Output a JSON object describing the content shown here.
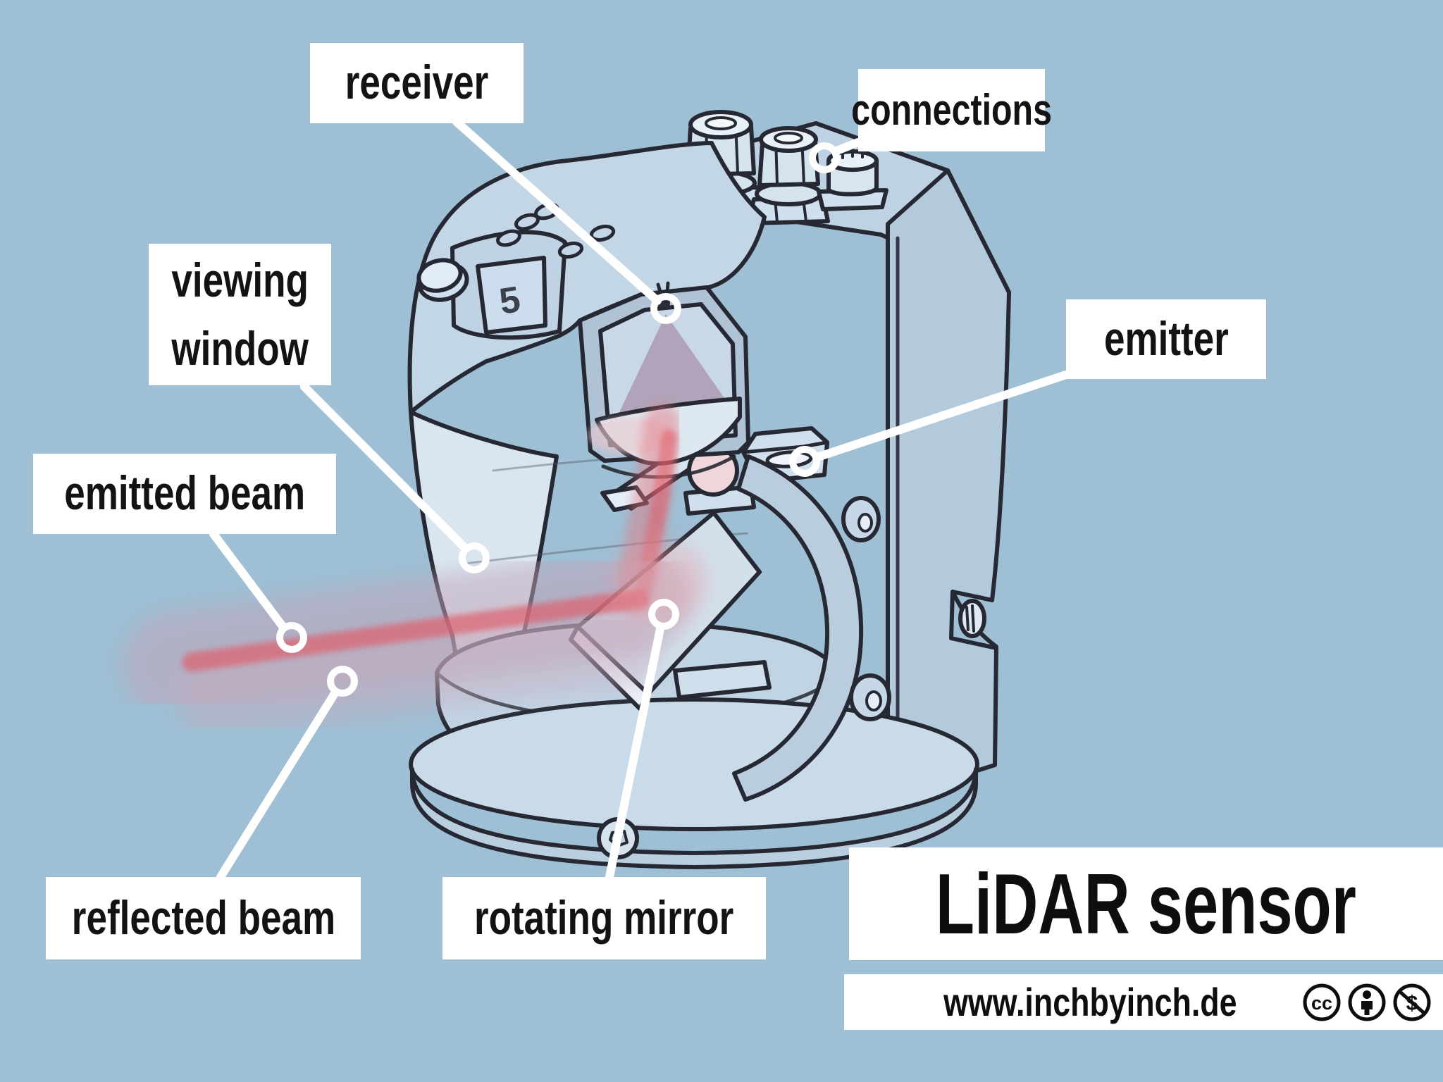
{
  "figure": {
    "type": "labeled-cutaway-diagram",
    "subject": "LiDAR sensor"
  },
  "labels": {
    "receiver": "receiver",
    "connections": "connections",
    "viewing_window_line1": "viewing",
    "viewing_window_line2": "window",
    "emitter": "emitter",
    "emitted_beam": "emitted beam",
    "reflected_beam": "reflected beam",
    "rotating_mirror": "rotating mirror"
  },
  "title_panel": {
    "title": "LiDAR sensor",
    "website": "www.inchbyinch.de",
    "license_icons": [
      "cc-icon",
      "attribution-icon",
      "non-commercial-icon"
    ]
  },
  "device": {
    "display_value": "5"
  },
  "colors": {
    "background": "#9ebfd4",
    "device_fill": "#c3d6e6",
    "outline": "#262933",
    "beam_core": "#dd6470",
    "beam_haze": "#c2a3b8",
    "label_background": "#ffffff",
    "label_text": "#131316"
  }
}
